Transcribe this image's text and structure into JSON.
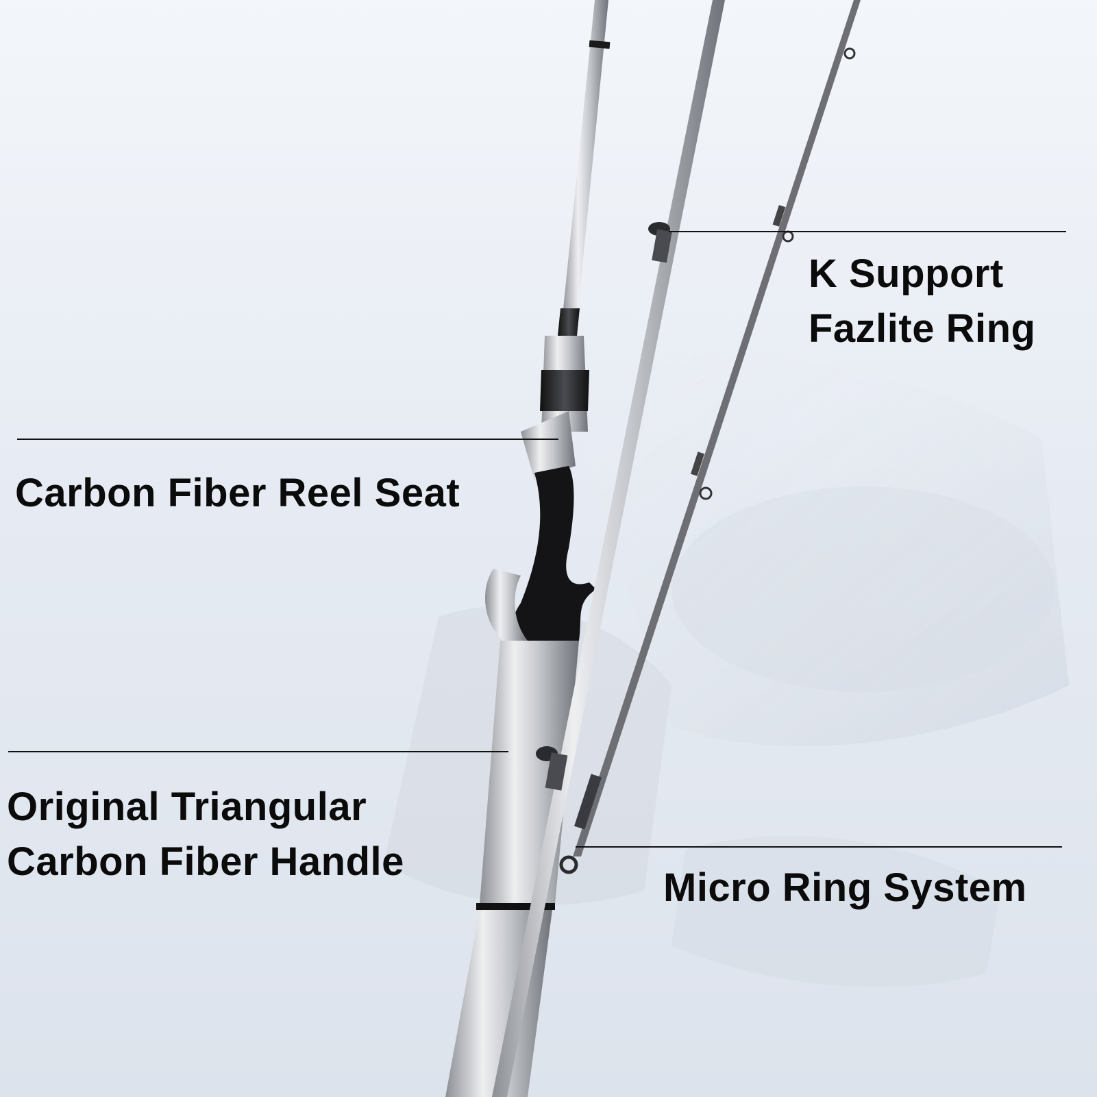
{
  "image": {
    "subject": "casting-fishing-rod-product-photo",
    "background_color": "#e6ebf3"
  },
  "callouts": {
    "k_support": {
      "line1": "K Support",
      "line2": "Fazlite Ring"
    },
    "reel_seat": {
      "label": "Carbon Fiber Reel Seat"
    },
    "handle": {
      "line1": "Original Triangular",
      "line2": "Carbon Fiber Handle"
    },
    "micro_ring": {
      "label": "Micro Ring System"
    }
  },
  "colors": {
    "text": "#0b0b0b",
    "line": "#111111",
    "rod_silver": "#c9cbcf",
    "rod_dark": "#2a2b2e",
    "grip_black": "#141416"
  }
}
